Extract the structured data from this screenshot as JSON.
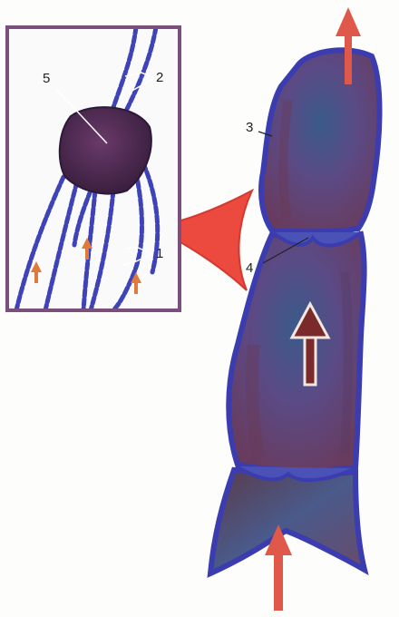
{
  "labels": {
    "l1": "1",
    "l2": "2",
    "l3": "3",
    "l4": "4",
    "l5": "5"
  },
  "colors": {
    "vessel_wall": "#3b3cb0",
    "vessel_fill": "#5a4a86",
    "flow_arrow": "#e0584a",
    "inset_frame": "#7a4f7c",
    "zoom_pointer": "#ec4a3e",
    "nucleus": "#4a2a52",
    "fibers": "#3f43b8"
  },
  "icons": {
    "flow": "arrow-up",
    "zoom": "pointer-triangle"
  }
}
